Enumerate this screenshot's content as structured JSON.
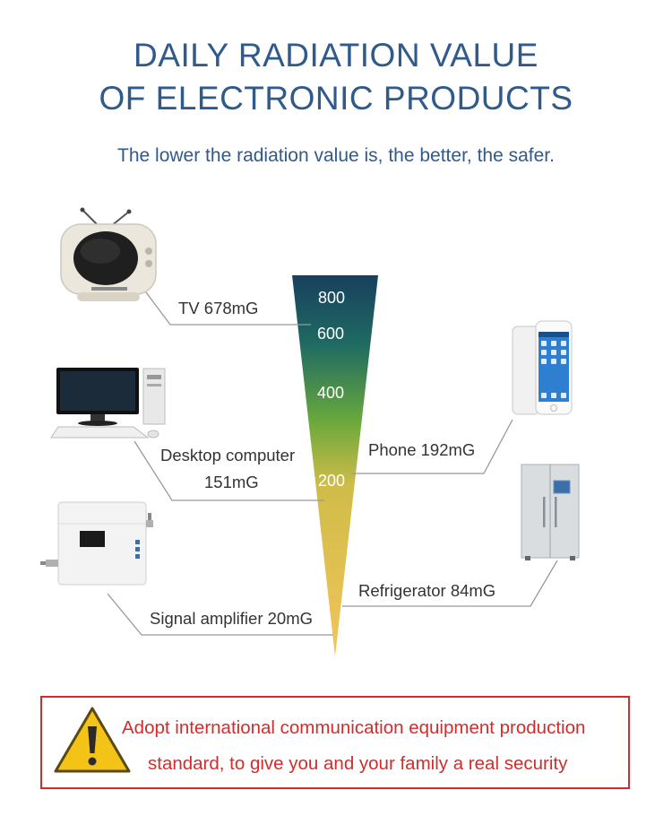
{
  "header": {
    "title_line1": "DAILY RADIATION VALUE",
    "title_line2": "OF ELECTRONIC PRODUCTS",
    "subtitle": "The lower the radiation value is, the better, the safer."
  },
  "scale": {
    "ticks": [
      "800",
      "600",
      "400",
      "200"
    ]
  },
  "products": {
    "tv": "TV  678mG",
    "desktop_line1": "Desktop computer",
    "desktop_line2": "151mG",
    "signal": "Signal amplifier 20mG",
    "phone": "Phone 192mG",
    "fridge": "Refrigerator  84mG"
  },
  "notice": {
    "line1": "Adopt international communication equipment production",
    "line2": "standard, to give you and your family a real security"
  },
  "colors": {
    "title": "#2f5a8c",
    "warning": "#d62b2b",
    "gradient_top": "#18405e",
    "gradient_bottom": "#f2c55a"
  }
}
